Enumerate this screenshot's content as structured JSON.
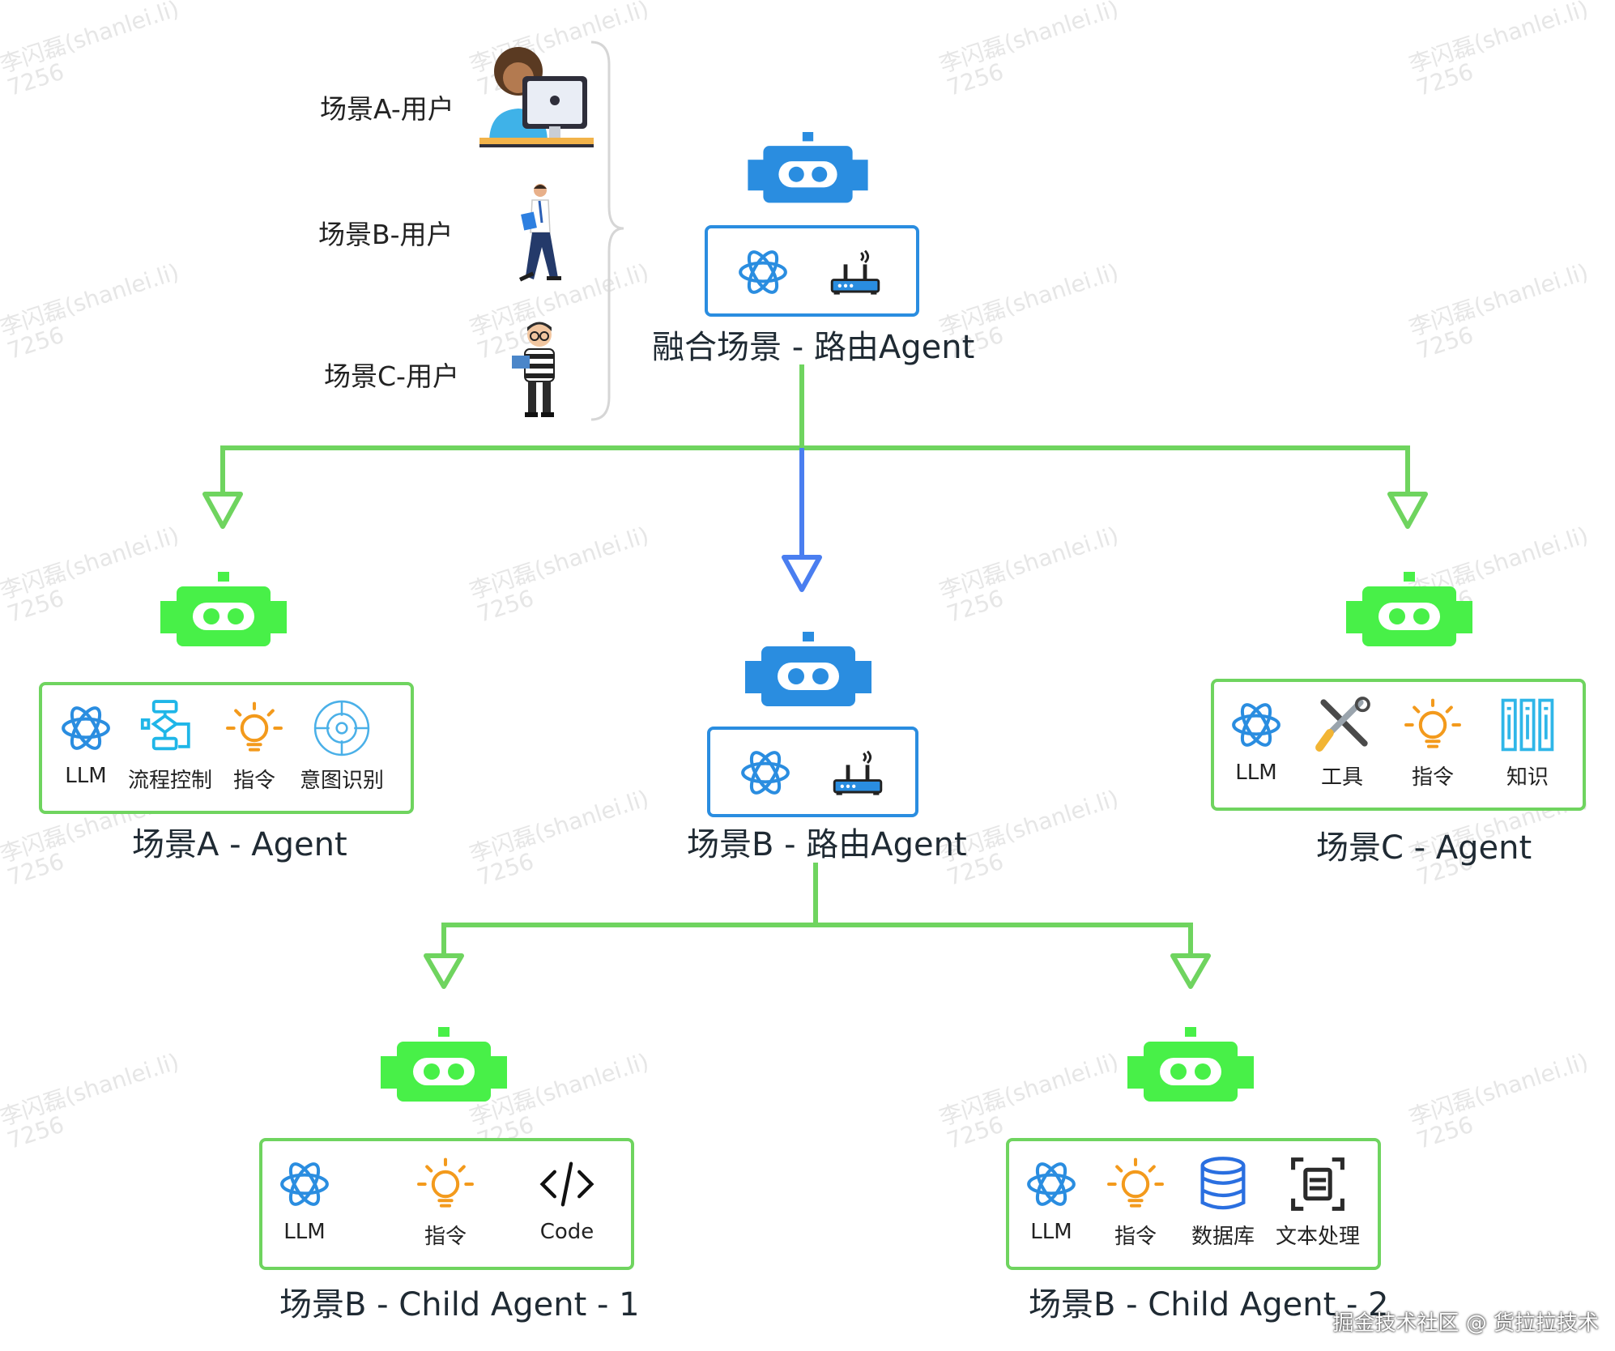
{
  "users": [
    {
      "label": "场景A-用户"
    },
    {
      "label": "场景B-用户"
    },
    {
      "label": "场景C-用户"
    }
  ],
  "agents": {
    "fusion": {
      "title": "融合场景 - 路由Agent"
    },
    "a": {
      "title": "场景A - Agent",
      "tools": [
        "LLM",
        "流程控制",
        "指令",
        "意图识别"
      ]
    },
    "b": {
      "title": "场景B - 路由Agent"
    },
    "c": {
      "title": "场景C - Agent",
      "tools": [
        "LLM",
        "工具",
        "指令",
        "知识"
      ]
    },
    "b1": {
      "title": "场景B - Child Agent - 1",
      "tools": [
        "LLM",
        "指令",
        "Code"
      ]
    },
    "b2": {
      "title": "场景B - Child Agent - 2",
      "tools": [
        "LLM",
        "指令",
        "数据库",
        "文本处理"
      ]
    }
  },
  "watermark": {
    "line1": "李闪磊(shanlei.li)",
    "line2": "7256"
  },
  "footer": "掘金技术社区 @ 货拉拉技术",
  "colors": {
    "blue": "#2a8de0",
    "green": "#48f048",
    "edge_green": "#6fd45f",
    "edge_blue": "#4a7ef0",
    "orange": "#f39a1c"
  }
}
